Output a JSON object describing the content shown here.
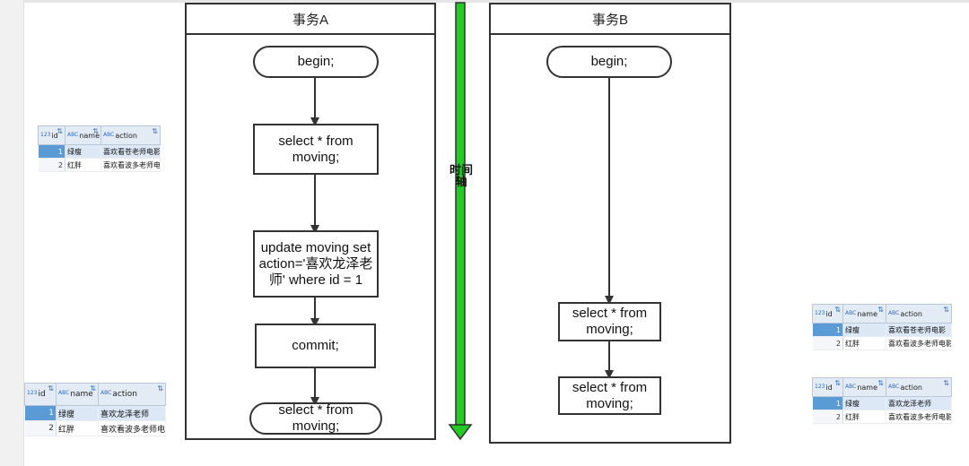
{
  "lanes": {
    "a": {
      "title": "事务A",
      "begin": "begin;",
      "select1": "select * from moving;",
      "update": "update moving set action='喜欢龙泽老师' where id = 1",
      "commit": "commit;",
      "select2": "select * from moving;"
    },
    "b": {
      "title": "事务B",
      "begin": "begin;",
      "select1": "select * from moving;",
      "select2": "select * from moving;"
    }
  },
  "timeline": {
    "label": "时间轴",
    "color": "#22cc22"
  },
  "grids": {
    "columns": [
      "id",
      "name",
      "action"
    ],
    "type_tag_num": "123",
    "type_tag_text": "ABC",
    "row_numbers": [
      "1",
      "2"
    ],
    "before": {
      "rows": [
        {
          "name": "绿瘦",
          "action": "喜欢看苍老师电影"
        },
        {
          "name": "红胖",
          "action": "喜欢看波多老师电影"
        }
      ]
    },
    "after": {
      "rows": [
        {
          "name": "绿瘦",
          "action": "喜欢龙泽老师"
        },
        {
          "name": "红胖",
          "action": "喜欢看波多老师电影"
        }
      ]
    }
  }
}
